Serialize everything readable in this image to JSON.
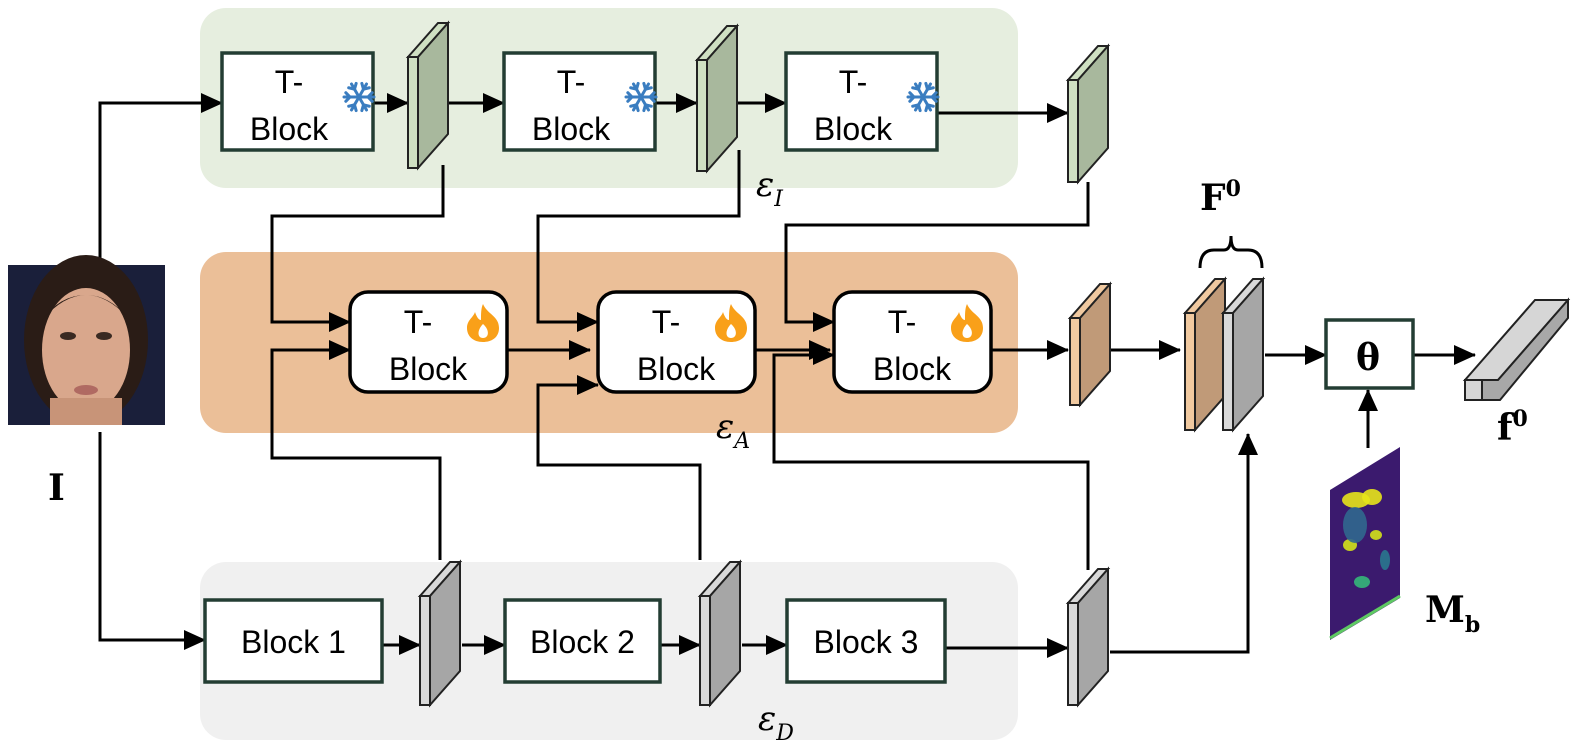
{
  "encoders": {
    "identity": {
      "label": "ε",
      "sub": "I",
      "color": "#e6eedf",
      "block_top": "T-",
      "block_bottom": "Block",
      "state_icon": "snowflake-icon"
    },
    "adapter": {
      "label": "ε",
      "sub": "A",
      "color": "#ebbf98",
      "block_top": "T-",
      "block_bottom": "Block",
      "state_icon": "flame-icon"
    },
    "detail": {
      "label": "ε",
      "sub": "D",
      "color": "#f0f0f0",
      "blocks": [
        "Block 1",
        "Block 2",
        "Block 3"
      ]
    }
  },
  "input": {
    "label": "I"
  },
  "fusion": {
    "label": "F",
    "sup": "0"
  },
  "theta": {
    "label": "θ"
  },
  "mask": {
    "label": "M",
    "sub": "b"
  },
  "output": {
    "label": "f",
    "sup": "0"
  },
  "colors": {
    "green_map": "#a8b89d",
    "gray_map": "#a6a6a6",
    "orange_map": "#c09a78",
    "snowflake": "#3a7dc0",
    "flame": "#f9a019"
  }
}
